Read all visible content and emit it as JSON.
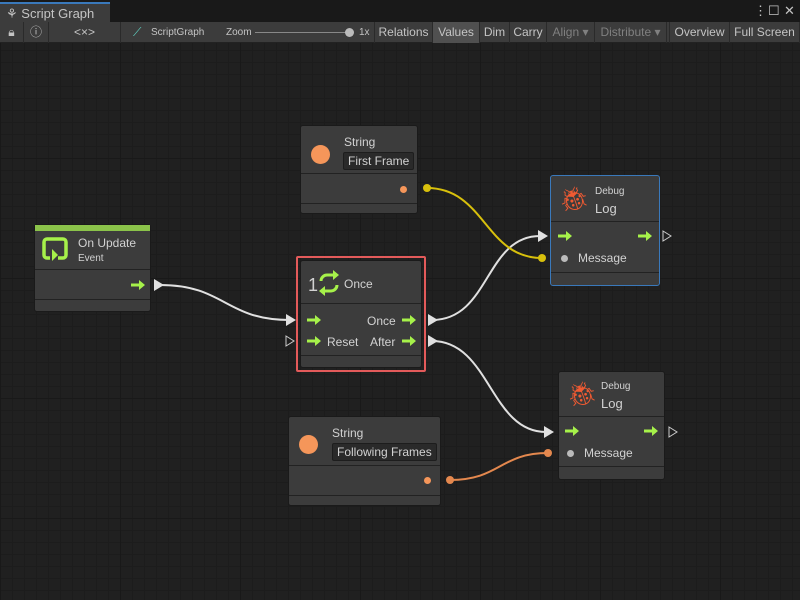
{
  "window": {
    "tab_title": "Script Graph"
  },
  "toolbar": {
    "graph_name": "ScriptGraph",
    "zoom_label": "Zoom",
    "zoom_value": "1x",
    "zoom_level": 1.0,
    "buttons": [
      "Relations",
      "Values",
      "Dim",
      "Carry",
      "Align",
      "Distribute",
      "Overview",
      "Full Screen"
    ],
    "active": "Values",
    "disabled": [
      "Align",
      "Distribute"
    ]
  },
  "nodes": {
    "string1": {
      "title": "String",
      "value": "First Frame"
    },
    "on_update": {
      "title": "On Update",
      "subtitle": "Event"
    },
    "once": {
      "title": "Once",
      "count": "1",
      "out_once": "Once",
      "in_reset": "Reset",
      "out_after": "After"
    },
    "debug1": {
      "category": "Debug",
      "title": "Log",
      "message": "Message"
    },
    "debug2": {
      "category": "Debug",
      "title": "Log",
      "message": "Message"
    },
    "string2": {
      "title": "String",
      "value": "Following Frames"
    }
  },
  "colors": {
    "flow": "#a6f14a",
    "string": "#f5965a",
    "string_wire": "#e4884e",
    "value_wire": "#d8c00c",
    "event_bar": "#8bc34a",
    "selected": "#e35a5a",
    "debug": "#f05a32"
  }
}
